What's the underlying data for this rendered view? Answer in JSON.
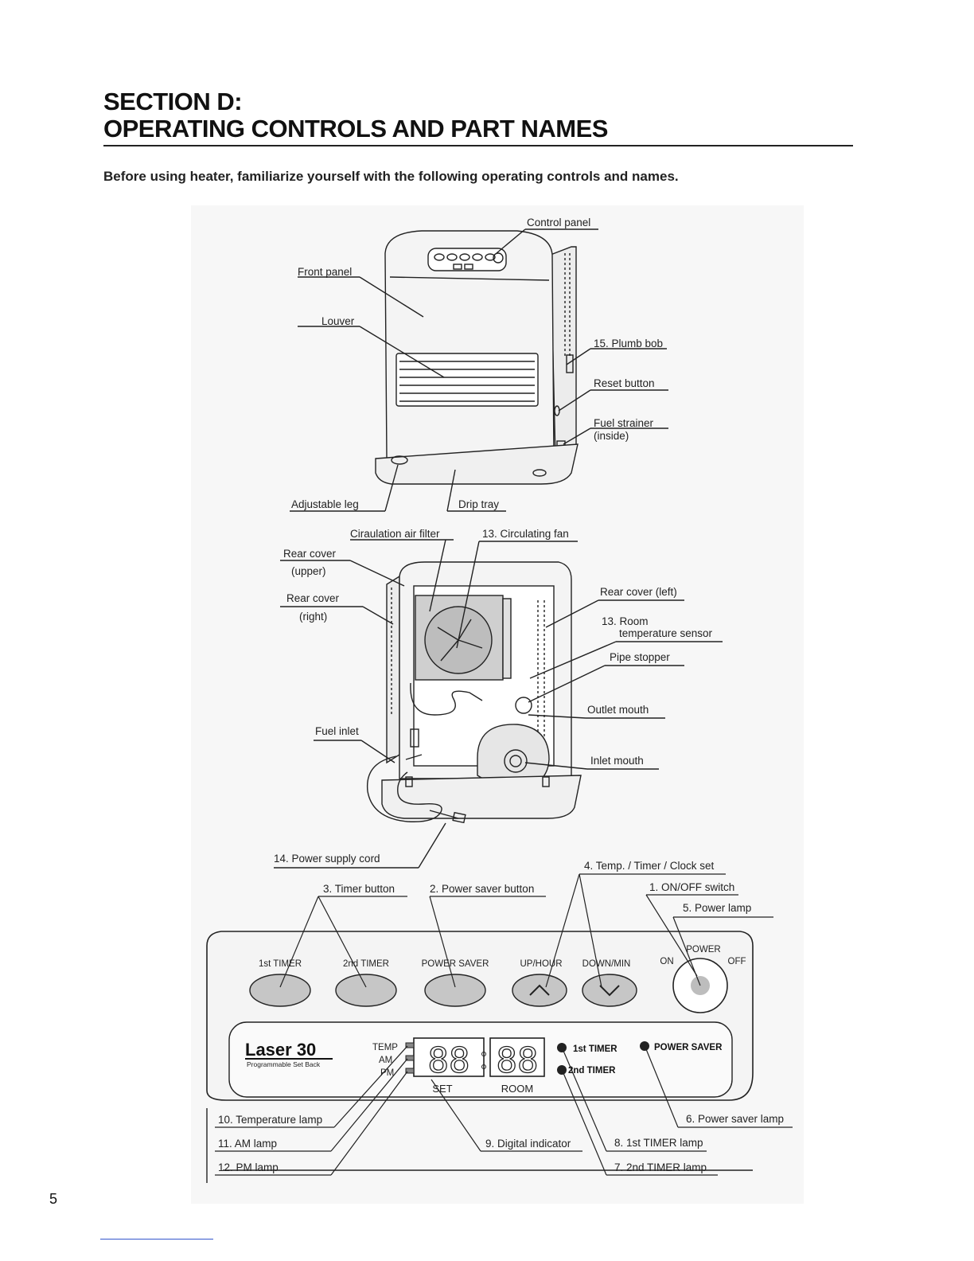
{
  "heading": {
    "line1": "SECTION D:",
    "line2": "OPERATING CONTROLS AND PART NAMES"
  },
  "intro": "Before using heater, familiarize yourself with the following operating controls and names.",
  "front_view_labels": {
    "control_panel": "Control panel",
    "front_panel": "Front panel",
    "louver": "Louver",
    "plumb_bob": "15. Plumb bob",
    "reset_button": "Reset button",
    "fuel_strainer": "Fuel strainer",
    "fuel_strainer_note": "(inside)",
    "adjustable_leg": "Adjustable leg",
    "drip_tray": "Drip tray"
  },
  "rear_view_labels": {
    "circulation_air_filter": "Ciraulation air filter",
    "circulating_fan": "13. Circulating fan",
    "rear_cover_upper_1": "Rear cover",
    "rear_cover_upper_2": "(upper)",
    "rear_cover_right_1": "Rear cover",
    "rear_cover_right_2": "(right)",
    "rear_cover_left": "Rear cover (left)",
    "room_sensor_1": "13. Room",
    "room_sensor_2": "temperature sensor",
    "pipe_stopper": "Pipe stopper",
    "outlet_mouth": "Outlet mouth",
    "fuel_inlet": "Fuel inlet",
    "inlet_mouth": "Inlet mouth",
    "power_supply_cord": "14. Power supply cord"
  },
  "panel_labels": {
    "temp_timer_clock": "4. Temp. / Timer / Clock set",
    "timer_button": "3. Timer button",
    "power_saver_button": "2. Power saver button",
    "on_off_switch": "1. ON/OFF switch",
    "power_lamp": "5. Power lamp",
    "temperature_lamp": "10. Temperature lamp",
    "am_lamp": "11. AM lamp",
    "pm_lamp": "12. PM lamp",
    "digital_indicator": "9. Digital indicator",
    "power_saver_lamp": "6. Power saver lamp",
    "first_timer_lamp": "8. 1st TIMER lamp",
    "second_timer_lamp": "7. 2nd TIMER lamp"
  },
  "control_panel": {
    "buttons": [
      "1st TIMER",
      "2nd TIMER",
      "POWER SAVER",
      "UP/HOUR",
      "DOWN/MIN"
    ],
    "power": "POWER",
    "on": "ON",
    "off": "OFF",
    "brand": "Laser 30",
    "brand_sub": "Programmable Set Back",
    "temp": "TEMP",
    "am": "AM",
    "pm": "PM",
    "display_left": "88",
    "display_right": "88",
    "set": "SET",
    "room": "ROOM",
    "first_timer": "1st TIMER",
    "second_timer": "2nd TIMER",
    "power_saver": "POWER SAVER"
  },
  "page_number": "5"
}
